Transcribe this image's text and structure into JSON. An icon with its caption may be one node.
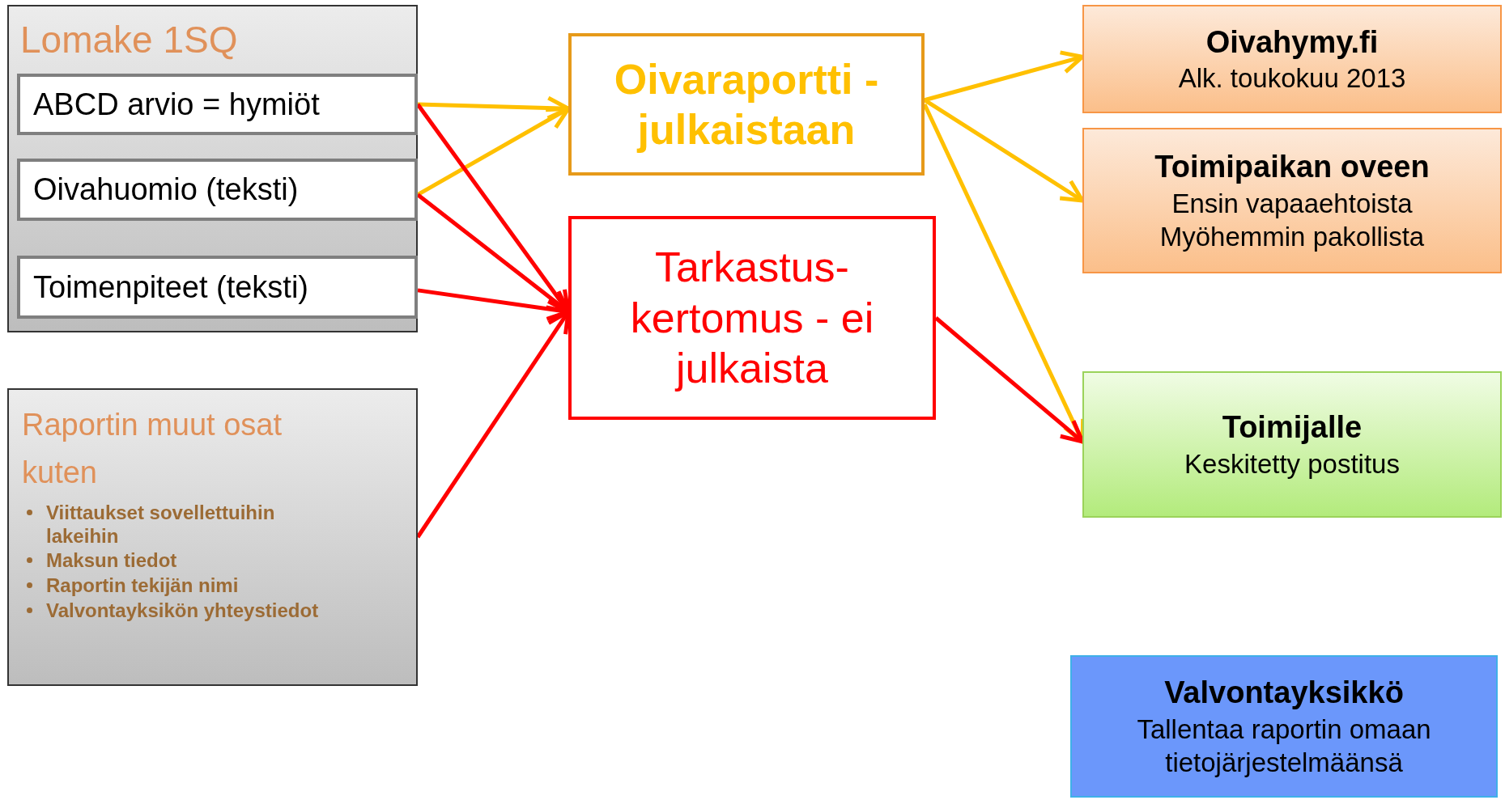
{
  "diagram": {
    "nodes": [
      {
        "text": [
          "Lomake 1SQ"
        ]
      },
      {
        "text": [
          "ABCD arvio = hymiöt"
        ],
        "in": 0
      },
      {
        "text": [
          "Oivahuomio (teksti)"
        ],
        "in": 0
      },
      {
        "text": [
          "Toimenpiteet (teksti)"
        ],
        "in": 0
      },
      {
        "text": [
          "Raportin muut osat kuten",
          "Viittaukset sovellettuihin lakeihin",
          "Maksun tiedot",
          "Raportin tekijän nimi",
          "Valvontayksikön yhteystiedot"
        ]
      },
      {
        "text": [
          "Oivaraportti - julkaistaan"
        ]
      },
      {
        "text": [
          "Tarkastus- kertomus - ei julkaista"
        ]
      },
      {
        "text": [
          "Oivahymy.fi",
          "Alk. toukokuu 2013"
        ]
      },
      {
        "text": [
          "Toimipaikan oveen",
          "Ensin vapaaehtoista Myöhemmin pakollista"
        ]
      },
      {
        "text": [
          "Toimijalle",
          "Keskitetty postitus"
        ]
      },
      {
        "text": [
          "Valvontayksikkö",
          "Tallentaa raportin omaan tietojärjestelmäänsä"
        ]
      }
    ],
    "edges": [
      {
        "from": 1,
        "to": 5,
        "arrow": "to",
        "color": "#ffc000"
      },
      {
        "from": 2,
        "to": 5,
        "arrow": "to",
        "color": "#ffc000"
      },
      {
        "from": 1,
        "to": 6,
        "arrow": "to",
        "color": "#ff0000"
      },
      {
        "from": 2,
        "to": 6,
        "arrow": "to",
        "color": "#ff0000"
      },
      {
        "from": 3,
        "to": 6,
        "arrow": "to",
        "color": "#ff0000"
      },
      {
        "from": 4,
        "to": 6,
        "arrow": "to",
        "color": "#ff0000"
      },
      {
        "from": 5,
        "to": 7,
        "arrow": "to",
        "color": "#ffc000"
      },
      {
        "from": 5,
        "to": 8,
        "arrow": "to",
        "color": "#ffc000"
      },
      {
        "from": 5,
        "to": 9,
        "arrow": "to",
        "color": "#ffc000"
      },
      {
        "from": 6,
        "to": 9,
        "arrow": "to",
        "color": "#ff0000"
      }
    ]
  }
}
